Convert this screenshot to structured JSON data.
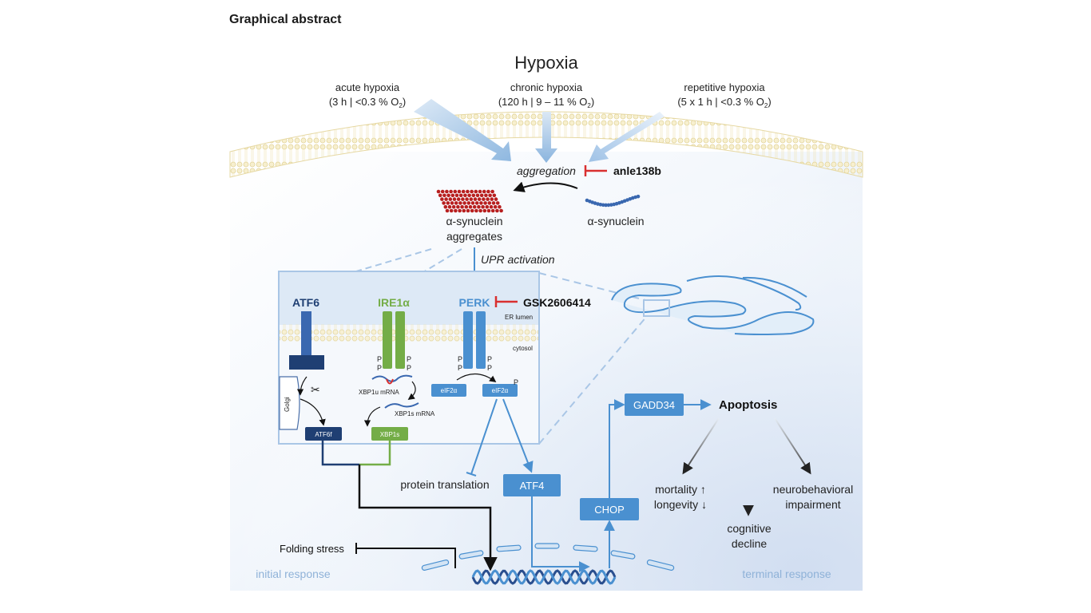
{
  "header": {
    "title": "Graphical abstract"
  },
  "hypoxia": {
    "title": "Hypoxia",
    "types": [
      {
        "name": "acute hypoxia",
        "cond_pre": "(3 h | <0.3 % O",
        "cond_sub": "2",
        "cond_post": ")"
      },
      {
        "name": "chronic hypoxia",
        "cond_pre": "(120 h | 9 – 11 % O",
        "cond_sub": "2",
        "cond_post": ")"
      },
      {
        "name": "repetitive hypoxia",
        "cond_pre": "(5 x 1 h | <0.3 % O",
        "cond_sub": "2",
        "cond_post": ")"
      }
    ]
  },
  "aggregation": {
    "label": "aggregation",
    "inhibitor": "anle138b",
    "aggregates_line1": "α-synuclein",
    "aggregates_line2": "aggregates",
    "monomer": "α-synuclein",
    "upr": "UPR activation"
  },
  "er": {
    "atf6": "ATF6",
    "ire1": "IRE1α",
    "perk": "PERK",
    "perk_inhibitor": "GSK2606414",
    "lumen": "ER lumen",
    "cytosol": "cytosol",
    "golgi": "Golgi",
    "p": "P",
    "xbp1u": "XBP1u mRNA",
    "xbp1s_mrna": "XBP1s mRNA",
    "eif2a": "eIF2α",
    "eif2a_p": "eIF2α",
    "atf6f": "ATF6f",
    "xbp1s": "XBP1s"
  },
  "downstream": {
    "protein_translation": "protein translation",
    "atf4": "ATF4",
    "chop": "CHOP",
    "gadd34": "GADD34",
    "apoptosis": "Apoptosis",
    "mortality": "mortality ↑",
    "longevity": "longevity ↓",
    "cognitive1": "cognitive",
    "cognitive2": "decline",
    "neuro1": "neurobehavioral",
    "neuro2": "impairment",
    "folding_stress": "Folding stress",
    "initial_response": "initial response",
    "terminal_response": "terminal response"
  },
  "colors": {
    "blue": "#4a90d0",
    "navy": "#1f3f73",
    "green": "#74ad47",
    "red": "#d93030",
    "dark_red": "#b81f1f",
    "membrane": "#f4ecc8"
  }
}
